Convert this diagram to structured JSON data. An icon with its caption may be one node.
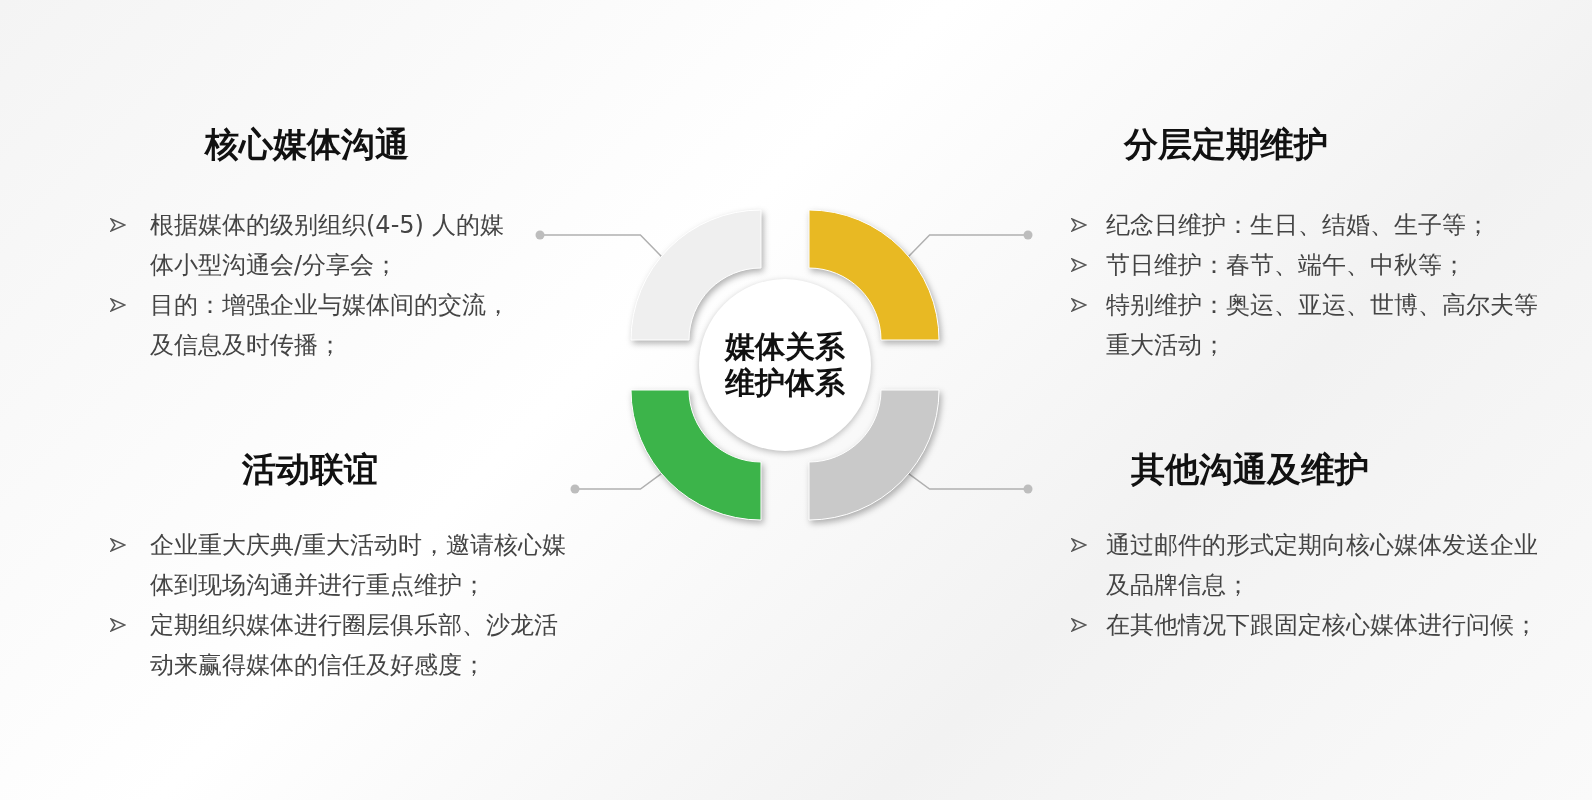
{
  "diagram": {
    "nodes": [
      {
        "text": [
          "媒体关系维护体系"
        ]
      },
      {
        "text": [],
        "shape": "arc"
      },
      {
        "text": [],
        "shape": "arc"
      },
      {
        "text": [],
        "shape": "arc"
      },
      {
        "text": [],
        "shape": "arc"
      },
      {
        "text": [
          "核心媒体沟通",
          "根据媒体的级别组织(4-5) 人的媒体小型沟通会/分享会；",
          "目的：增强企业与媒体间的交流，及信息及时传播；"
        ]
      },
      {
        "text": [
          "分层定期维护",
          "纪念日维护：生日、结婚、生子等；",
          "节日维护：春节、端午、中秋等；",
          "特别维护：奥运、亚运、世博、高尔夫等重大活动；"
        ]
      },
      {
        "text": [
          "活动联谊",
          "企业重大庆典/重大活动时，邀请核心媒体到现场沟通并进行重点维护；",
          "定期组织媒体进行圈层俱乐部、沙龙活动来赢得媒体的信任及好感度；"
        ]
      },
      {
        "text": [
          "其他沟通及维护",
          "通过邮件的形式定期向核心媒体发送企业及品牌信息；",
          "在其他情况下跟固定核心媒体进行问候；"
        ]
      }
    ],
    "edges": [
      {
        "from": 5,
        "to": 1,
        "arrow": "other"
      },
      {
        "from": 6,
        "to": 2,
        "arrow": "other"
      },
      {
        "from": 7,
        "to": 3,
        "arrow": "other"
      },
      {
        "from": 8,
        "to": 4,
        "arrow": "other"
      }
    ]
  }
}
